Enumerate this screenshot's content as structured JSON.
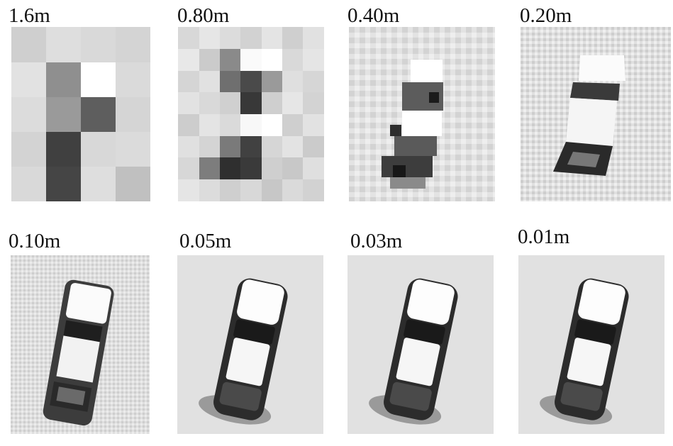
{
  "figure": {
    "panels": [
      {
        "id": "p1",
        "label": "1.6m",
        "resolution_m": 1.6
      },
      {
        "id": "p2",
        "label": "0.80m",
        "resolution_m": 0.8
      },
      {
        "id": "p3",
        "label": "0.40m",
        "resolution_m": 0.4
      },
      {
        "id": "p4",
        "label": "0.20m",
        "resolution_m": 0.2
      },
      {
        "id": "p5",
        "label": "0.10m",
        "resolution_m": 0.1
      },
      {
        "id": "p6",
        "label": "0.05m",
        "resolution_m": 0.05
      },
      {
        "id": "p7",
        "label": "0.03m",
        "resolution_m": 0.03
      },
      {
        "id": "p8",
        "label": "0.01m",
        "resolution_m": 0.01
      }
    ]
  }
}
